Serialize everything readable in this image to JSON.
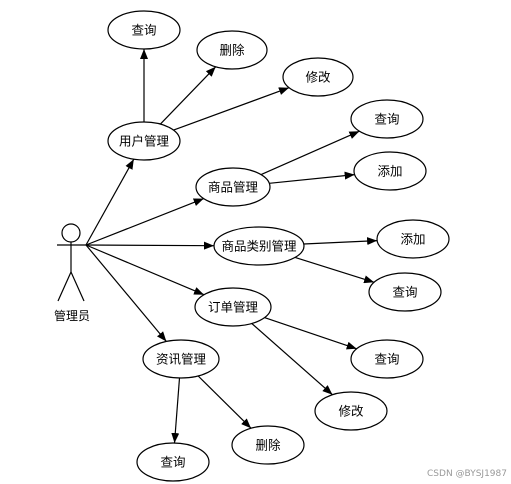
{
  "actor": {
    "label": "管理员"
  },
  "nodes": [
    {
      "key": "user_mgmt",
      "label": "用户管理"
    },
    {
      "key": "user_query",
      "label": "查询"
    },
    {
      "key": "user_delete",
      "label": "删除"
    },
    {
      "key": "user_modify",
      "label": "修改"
    },
    {
      "key": "goods_mgmt",
      "label": "商品管理"
    },
    {
      "key": "goods_query",
      "label": "查询"
    },
    {
      "key": "goods_add",
      "label": "添加"
    },
    {
      "key": "category_mgmt",
      "label": "商品类别管理"
    },
    {
      "key": "category_add",
      "label": "添加"
    },
    {
      "key": "category_query",
      "label": "查询"
    },
    {
      "key": "order_mgmt",
      "label": "订单管理"
    },
    {
      "key": "order_query",
      "label": "查询"
    },
    {
      "key": "order_modify",
      "label": "修改"
    },
    {
      "key": "news_mgmt",
      "label": "资讯管理"
    },
    {
      "key": "news_query",
      "label": "查询"
    },
    {
      "key": "news_delete",
      "label": "删除"
    }
  ],
  "edges": [
    {
      "from": "actor",
      "to": "user_mgmt"
    },
    {
      "from": "actor",
      "to": "goods_mgmt"
    },
    {
      "from": "actor",
      "to": "category_mgmt"
    },
    {
      "from": "actor",
      "to": "order_mgmt"
    },
    {
      "from": "actor",
      "to": "news_mgmt"
    },
    {
      "from": "user_mgmt",
      "to": "user_query"
    },
    {
      "from": "user_mgmt",
      "to": "user_delete"
    },
    {
      "from": "user_mgmt",
      "to": "user_modify"
    },
    {
      "from": "goods_mgmt",
      "to": "goods_query"
    },
    {
      "from": "goods_mgmt",
      "to": "goods_add"
    },
    {
      "from": "category_mgmt",
      "to": "category_add"
    },
    {
      "from": "category_mgmt",
      "to": "category_query"
    },
    {
      "from": "order_mgmt",
      "to": "order_query"
    },
    {
      "from": "order_mgmt",
      "to": "order_modify"
    },
    {
      "from": "news_mgmt",
      "to": "news_query"
    },
    {
      "from": "news_mgmt",
      "to": "news_delete"
    }
  ],
  "watermark": "CSDN @BYSJ1987"
}
